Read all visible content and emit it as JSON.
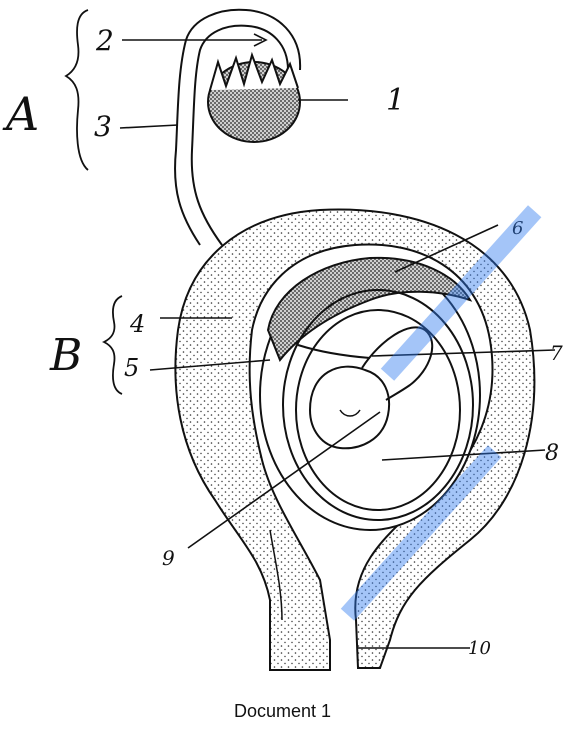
{
  "figure": {
    "group_labels": {
      "A": "A",
      "B": "B"
    },
    "labels": {
      "n1": "1",
      "n2": "2",
      "n3": "3",
      "n4": "4",
      "n5": "5",
      "n6": "6",
      "n7": "7",
      "n8": "8",
      "n9": "9",
      "n10": "10"
    },
    "caption": "Document 1",
    "colors": {
      "ink": "#111111",
      "watermark": "#2f7cf0"
    }
  }
}
